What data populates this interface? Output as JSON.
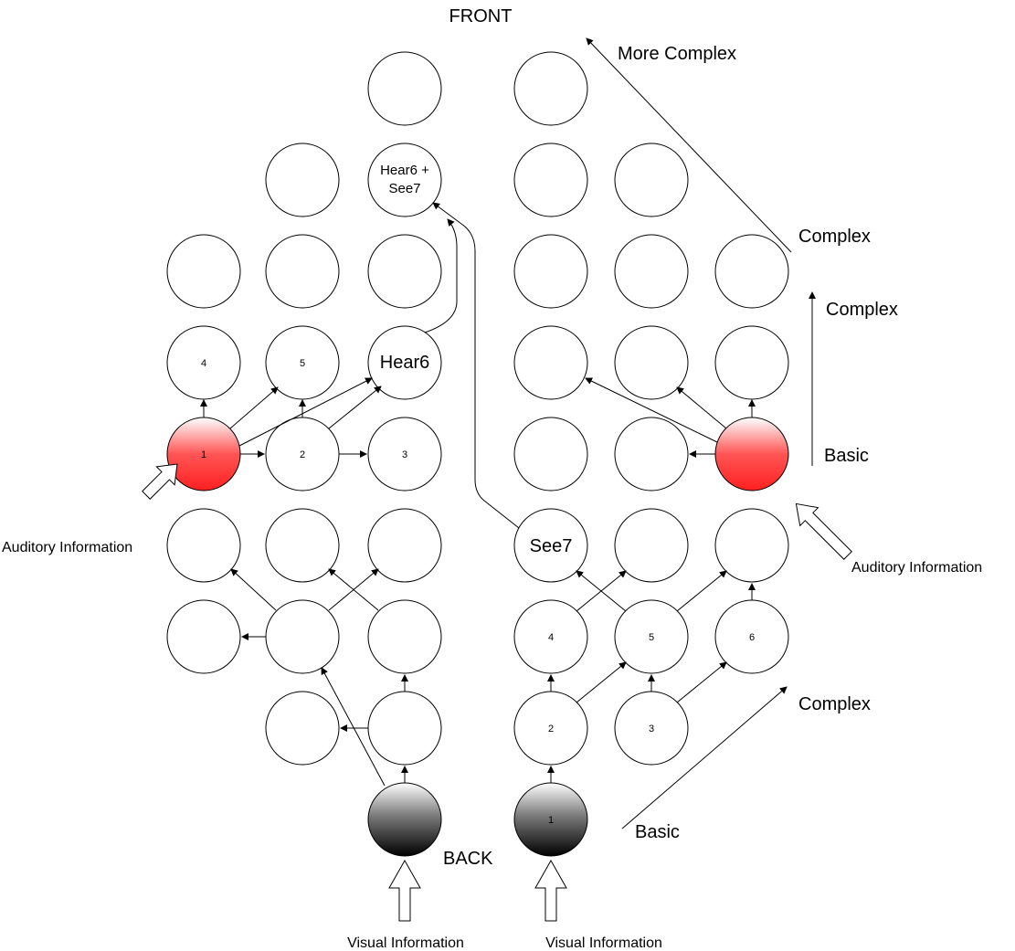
{
  "labels": {
    "front": "FRONT",
    "back": "BACK",
    "more_complex": "More Complex",
    "complex_upper": "Complex",
    "complex_mid": "Complex",
    "complex_lower": "Complex",
    "basic_right": "Basic",
    "basic_bottom": "Basic",
    "auditory_left": "Auditory Information",
    "auditory_right": "Auditory Information",
    "visual_left": "Visual Information",
    "visual_right": "Visual Information"
  },
  "node_labels": {
    "l4": "4",
    "l5": "5",
    "hear6": "Hear6",
    "hear6_see7_line1": "Hear6 +",
    "hear6_see7_line2": "See7",
    "l1": "1",
    "l2": "2",
    "l3": "3",
    "see7": "See7",
    "r4": "4",
    "r5": "5",
    "r6": "6",
    "r2": "2",
    "r3": "3",
    "r1": "1"
  },
  "colors": {
    "auditory_gradient_top": "#ffffff",
    "auditory_gradient_bottom": "#ff2020",
    "visual_gradient_top": "#ffffff",
    "visual_gradient_bottom": "#000000",
    "stroke": "#000000"
  }
}
